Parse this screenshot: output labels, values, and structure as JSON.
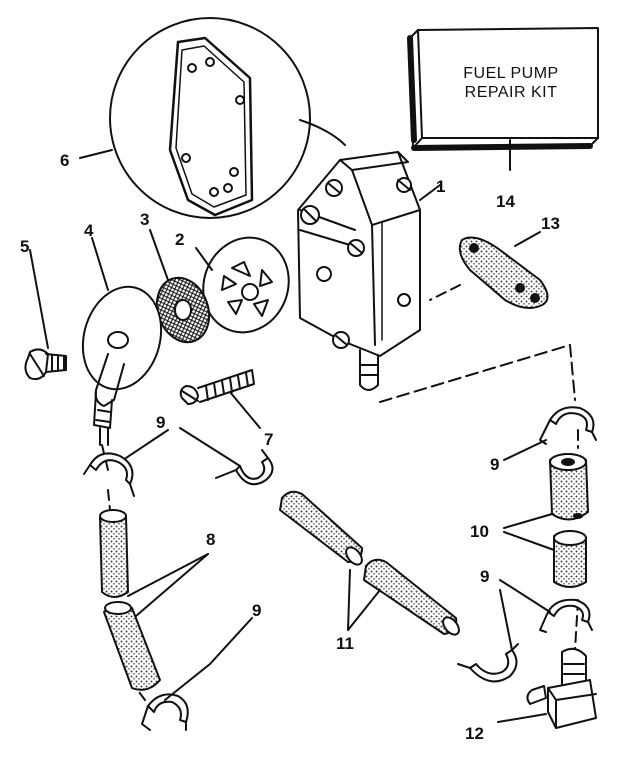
{
  "kit_box": {
    "line1": "FUEL PUMP",
    "line2": "REPAIR KIT"
  },
  "callouts": {
    "c1": "1",
    "c2": "2",
    "c3": "3",
    "c4": "4",
    "c5": "5",
    "c6": "6",
    "c7": "7",
    "c8": "8",
    "c9": "9",
    "c10": "10",
    "c11": "11",
    "c12": "12",
    "c13": "13",
    "c14": "14"
  },
  "colors": {
    "ink": "#111111",
    "paper": "#ffffff",
    "stipple": "#6b6b6b"
  },
  "icons": [
    "fuel-pump-icon",
    "gasket-icon",
    "hose-icon",
    "clamp-icon",
    "filter-icon",
    "fitting-icon",
    "screw-icon"
  ]
}
